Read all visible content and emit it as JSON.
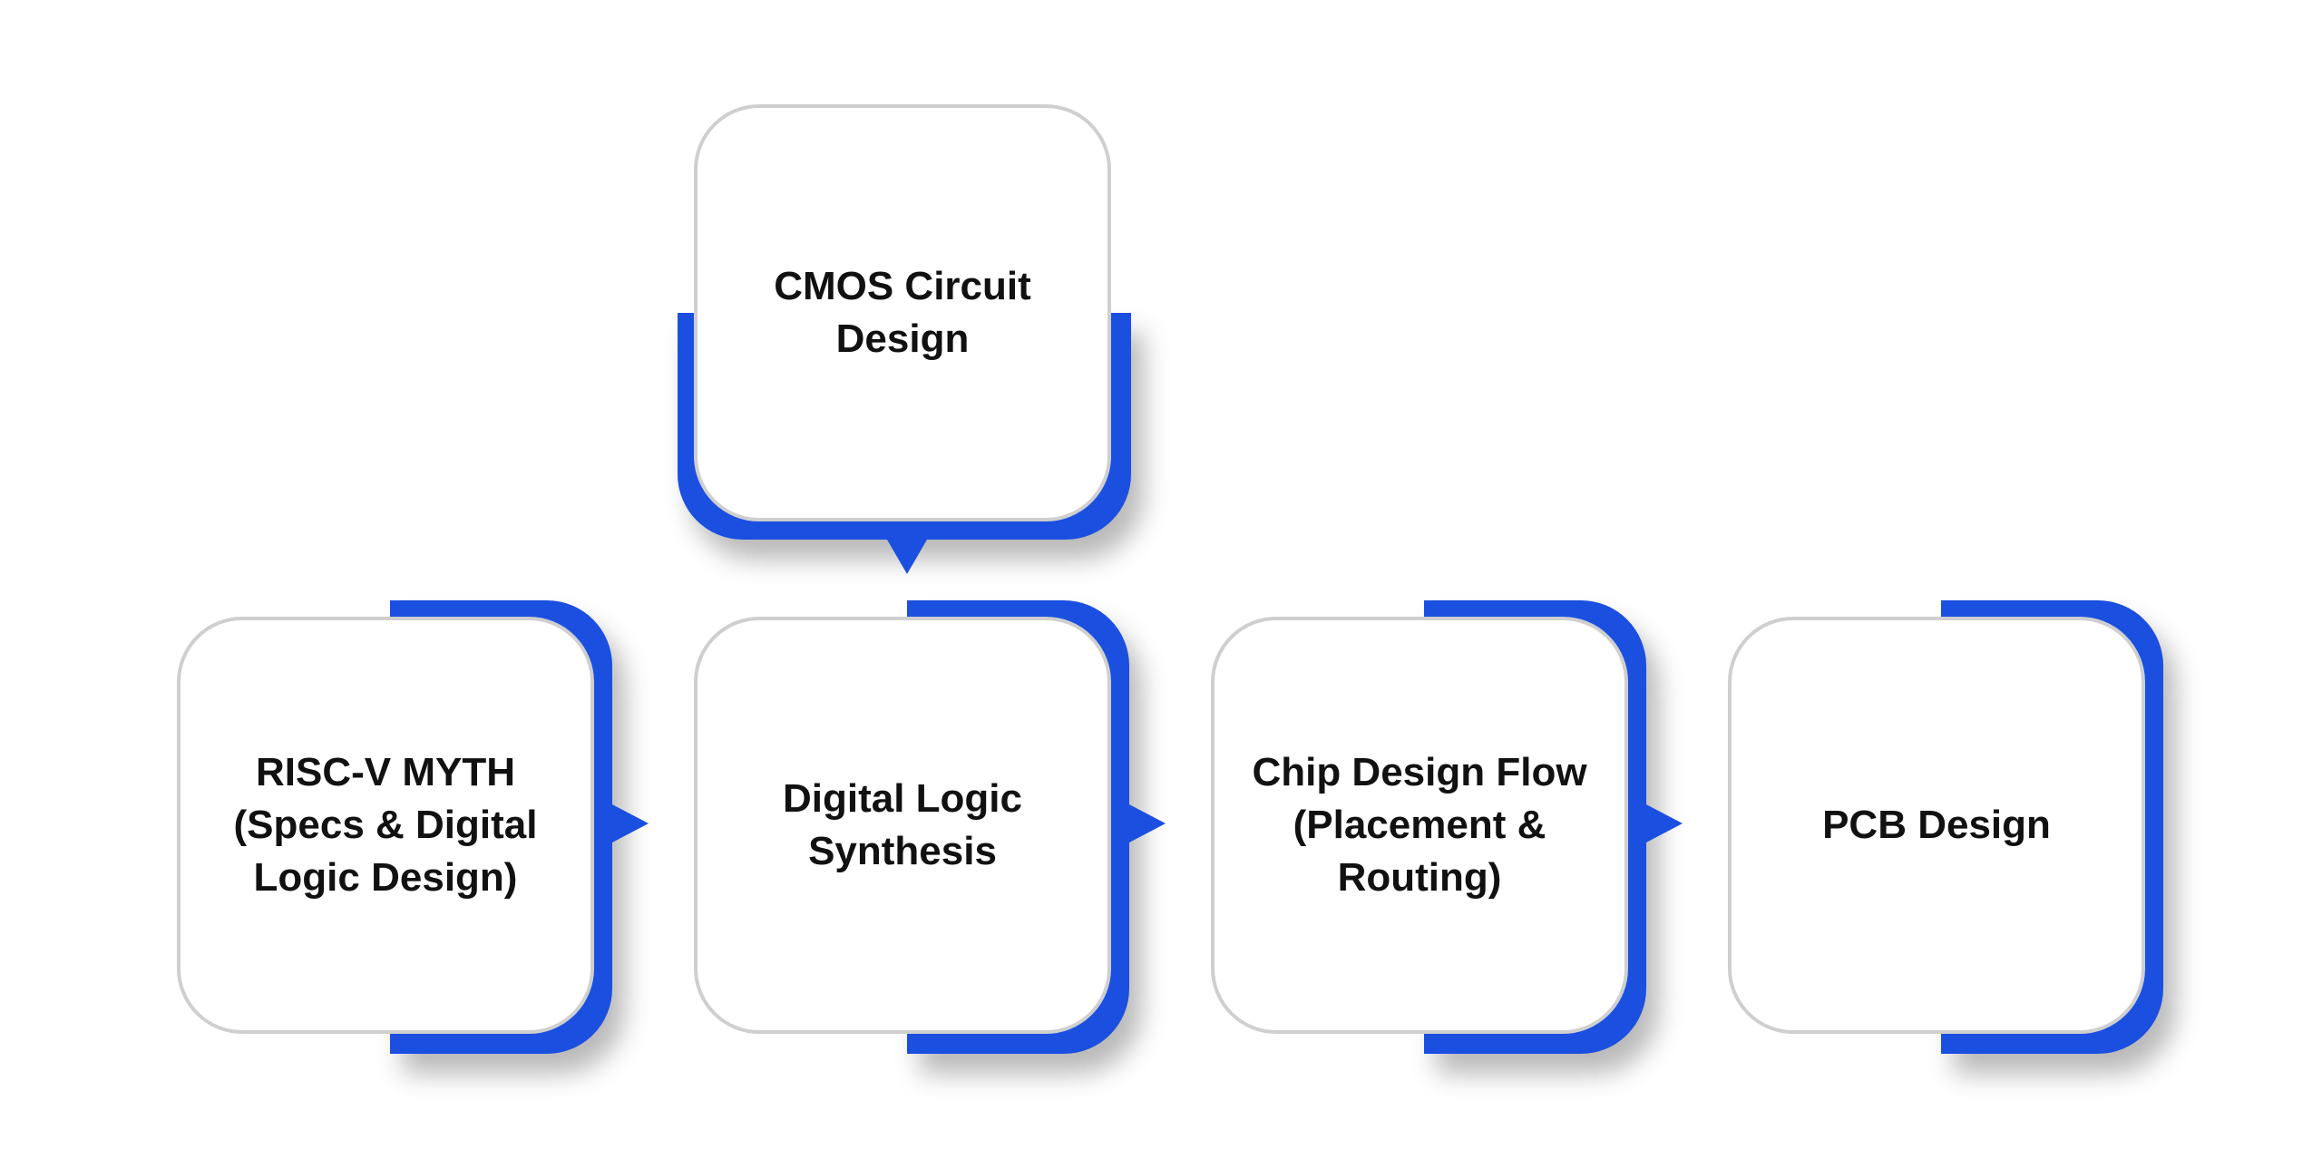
{
  "diagram": {
    "accent_color": "#1a4fe0",
    "card_border_color": "#cfcfcf",
    "nodes": [
      {
        "id": "cmos",
        "label": "CMOS Circuit\nDesign"
      },
      {
        "id": "riscv",
        "label": "RISC-V MYTH\n(Specs & Digital\nLogic Design)"
      },
      {
        "id": "synth",
        "label": "Digital Logic\nSynthesis"
      },
      {
        "id": "flow",
        "label": "Chip Design Flow\n(Placement &\nRouting)"
      },
      {
        "id": "pcb",
        "label": "PCB Design"
      }
    ],
    "connections": [
      {
        "from": "cmos",
        "to": "synth"
      },
      {
        "from": "riscv",
        "to": "synth"
      },
      {
        "from": "synth",
        "to": "flow"
      },
      {
        "from": "flow",
        "to": "pcb"
      }
    ]
  }
}
